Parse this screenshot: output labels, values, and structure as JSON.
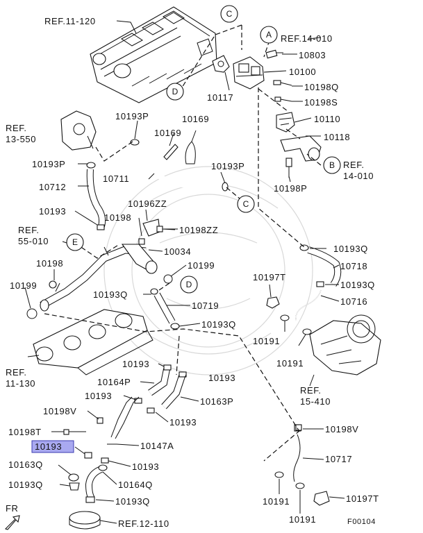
{
  "diagram": {
    "figure_id": "F00104",
    "direction_label": "FR",
    "highlighted_part": "10193",
    "callouts": {
      "A": "A",
      "B": "B",
      "C": "C",
      "D": "D",
      "E": "E"
    },
    "labels": {
      "ref_11_120": "REF.11-120",
      "ref_14_010_top": "REF.14-010",
      "p10803": "10803",
      "p10100": "10100",
      "p10198q": "10198Q",
      "p10198s": "10198S",
      "p10117": "10117",
      "p10110": "10110",
      "p10118": "10118",
      "ref_14_010_b": "REF.",
      "ref_14_010_b2": "14-010",
      "p10198p": "10198P",
      "ref_13_550_a": "REF.",
      "ref_13_550_b": "13-550",
      "p10193p_a": "10193P",
      "p10169_a": "10169",
      "p10169_b": "10169",
      "p10193p_b": "10193P",
      "p10193p_c": "10193P",
      "p10712": "10712",
      "p10711": "10711",
      "p10196zz": "10196ZZ",
      "p10198_a": "10198",
      "p10198zz": "10198ZZ",
      "p10193_a": "10193",
      "ref_55_010_a": "REF.",
      "ref_55_010_b": "55-010",
      "p10034": "10034",
      "p10193q_a": "10193Q",
      "p10718": "10718",
      "p10198_b": "10198",
      "p10199_a": "10199",
      "p10199_b": "10199",
      "p10197t_a": "10197T",
      "p10193q_b": "10193Q",
      "p10193q_c": "10193Q",
      "p10716": "10716",
      "p10719": "10719",
      "p10193q_d": "10193Q",
      "p10191_a": "10191",
      "p10191_b": "10191",
      "ref_11_130_a": "REF.",
      "ref_11_130_b": "11-130",
      "p10193_b": "10193",
      "p10193_c": "10193",
      "p10164p": "10164P",
      "p10193_d": "10193",
      "p10163p": "10163P",
      "ref_15_410_a": "REF.",
      "ref_15_410_b": "15-410",
      "p10198v_a": "10198V",
      "p10193_e": "10193",
      "p10198v_b": "10198V",
      "p10198t": "10198T",
      "p10193_hl": "10193",
      "p10147a": "10147A",
      "p10717": "10717",
      "p10163q": "10163Q",
      "p10193_f": "10193",
      "p10193q_e": "10193Q",
      "p10164q": "10164Q",
      "p10193q_f": "10193Q",
      "p10191_c": "10191",
      "p10197t_b": "10197T",
      "ref_12_110": "REF.12-110",
      "p10191_d": "10191",
      "figure_code": "F00104"
    }
  }
}
